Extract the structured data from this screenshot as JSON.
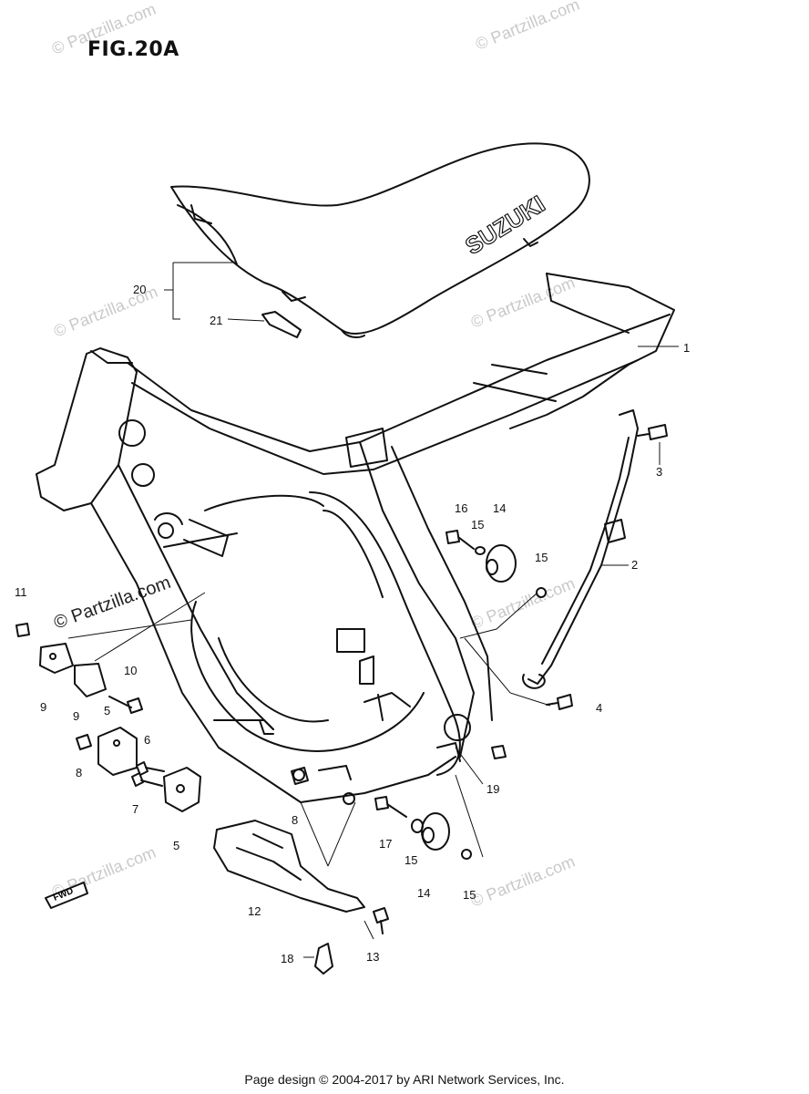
{
  "figure": {
    "title": "FIG.20A"
  },
  "seat_brand": "SUZUKI",
  "direction_mark": "FWD",
  "watermark": {
    "text": "© Partzilla.com"
  },
  "callouts": [
    {
      "id": "c1",
      "label": "1"
    },
    {
      "id": "c2",
      "label": "2"
    },
    {
      "id": "c3",
      "label": "3"
    },
    {
      "id": "c4",
      "label": "4"
    },
    {
      "id": "c5a",
      "label": "5"
    },
    {
      "id": "c5b",
      "label": "5"
    },
    {
      "id": "c6",
      "label": "6"
    },
    {
      "id": "c7",
      "label": "7"
    },
    {
      "id": "c8a",
      "label": "8"
    },
    {
      "id": "c8b",
      "label": "8"
    },
    {
      "id": "c9a",
      "label": "9"
    },
    {
      "id": "c9b",
      "label": "9"
    },
    {
      "id": "c10",
      "label": "10"
    },
    {
      "id": "c11",
      "label": "11"
    },
    {
      "id": "c12",
      "label": "12"
    },
    {
      "id": "c13",
      "label": "13"
    },
    {
      "id": "c14a",
      "label": "14"
    },
    {
      "id": "c14b",
      "label": "14"
    },
    {
      "id": "c15a",
      "label": "15"
    },
    {
      "id": "c15b",
      "label": "15"
    },
    {
      "id": "c15c",
      "label": "15"
    },
    {
      "id": "c15d",
      "label": "15"
    },
    {
      "id": "c16",
      "label": "16"
    },
    {
      "id": "c17",
      "label": "17"
    },
    {
      "id": "c18",
      "label": "18"
    },
    {
      "id": "c19",
      "label": "19"
    },
    {
      "id": "c20",
      "label": "20"
    },
    {
      "id": "c21",
      "label": "21"
    }
  ],
  "footer": {
    "text": "Page design © 2004-2017 by ARI Network Services, Inc."
  }
}
